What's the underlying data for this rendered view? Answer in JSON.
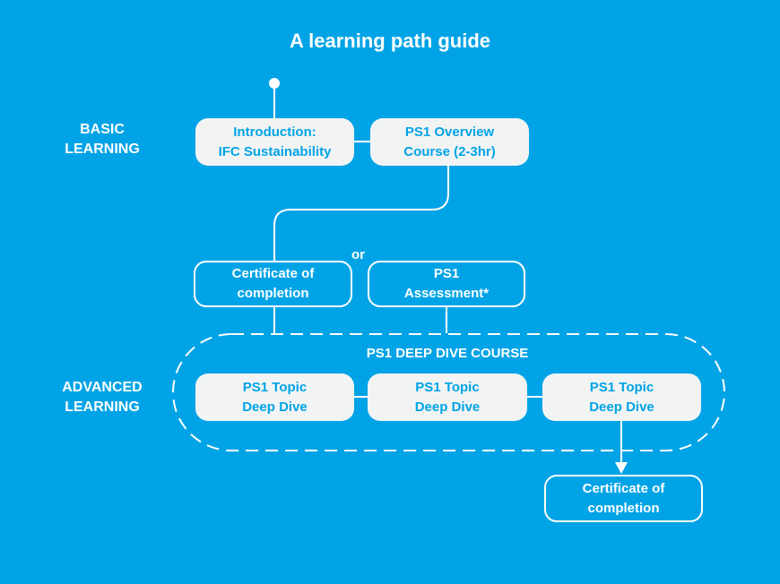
{
  "title": "A learning path guide",
  "sections": {
    "basic": "BASIC\nLEARNING",
    "advanced": "ADVANCED\nLEARNING"
  },
  "nodes": {
    "intro": "Introduction:\nIFC Sustainability",
    "overview": "PS1 Overview\nCourse (2-3hr)",
    "certificate_basic": "Certificate of\ncompletion",
    "assessment": "PS1\nAssessment*",
    "or": "or",
    "deep_dive_title": "PS1 DEEP DIVE COURSE",
    "topic_1": "PS1 Topic\nDeep Dive",
    "topic_2": "PS1 Topic\nDeep Dive",
    "topic_3": "PS1 Topic\nDeep Dive",
    "certificate_advanced": "Certificate of\ncompletion"
  },
  "colors": {
    "background": "#00A3E6",
    "box_fill": "#F2F4F4",
    "line": "#ffffff"
  }
}
